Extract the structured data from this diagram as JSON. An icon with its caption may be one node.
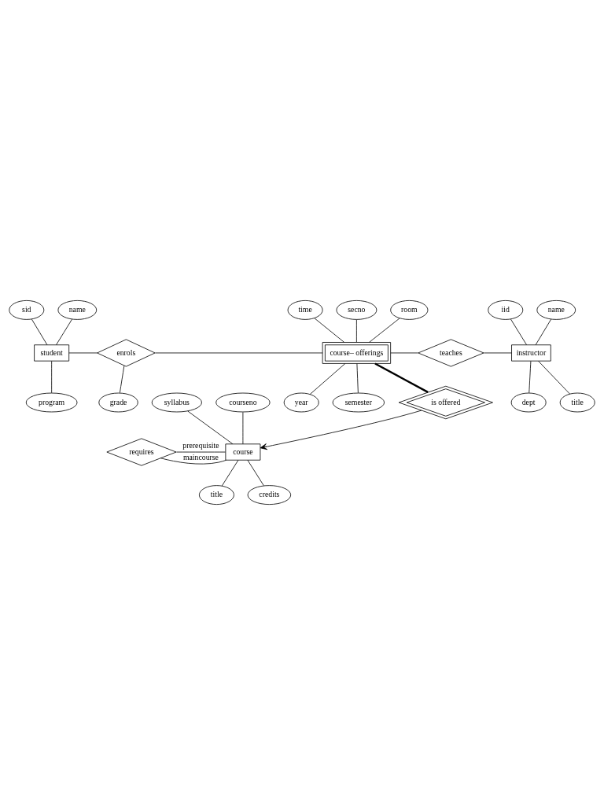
{
  "diagram": {
    "nodes": [
      {
        "text": [
          "student"
        ]
      },
      {
        "text": [
          "sid"
        ]
      },
      {
        "text": [
          "name"
        ]
      },
      {
        "text": [
          "program"
        ]
      },
      {
        "text": [
          "enrols"
        ]
      },
      {
        "text": [
          "grade"
        ]
      },
      {
        "text": [
          "course– offerings"
        ]
      },
      {
        "text": [
          "time"
        ]
      },
      {
        "text": [
          "secno"
        ]
      },
      {
        "text": [
          "room"
        ]
      },
      {
        "text": [
          "year"
        ]
      },
      {
        "text": [
          "semester"
        ]
      },
      {
        "text": [
          "teaches"
        ]
      },
      {
        "text": [
          "instructor"
        ]
      },
      {
        "text": [
          "iid"
        ]
      },
      {
        "text": [
          "name"
        ]
      },
      {
        "text": [
          "dept"
        ]
      },
      {
        "text": [
          "title"
        ]
      },
      {
        "text": [
          "is offered"
        ]
      },
      {
        "text": [
          "course"
        ]
      },
      {
        "text": [
          "syllabus"
        ]
      },
      {
        "text": [
          "courseno"
        ]
      },
      {
        "text": [
          "title"
        ]
      },
      {
        "text": [
          "credits"
        ]
      },
      {
        "text": [
          "requires"
        ]
      }
    ],
    "edges": [
      {
        "from": 1,
        "to": 0,
        "arrow": "none"
      },
      {
        "from": 2,
        "to": 0,
        "arrow": "none"
      },
      {
        "from": 0,
        "to": 3,
        "arrow": "none"
      },
      {
        "from": 0,
        "to": 4,
        "arrow": "none"
      },
      {
        "from": 4,
        "to": 6,
        "arrow": "none"
      },
      {
        "from": 4,
        "to": 5,
        "arrow": "none"
      },
      {
        "from": 7,
        "to": 6,
        "arrow": "none"
      },
      {
        "from": 8,
        "to": 6,
        "arrow": "none"
      },
      {
        "from": 9,
        "to": 6,
        "arrow": "none"
      },
      {
        "from": 6,
        "to": 10,
        "arrow": "none"
      },
      {
        "from": 6,
        "to": 11,
        "arrow": "none"
      },
      {
        "from": 6,
        "to": 12,
        "arrow": "none"
      },
      {
        "from": 12,
        "to": 13,
        "arrow": "none"
      },
      {
        "from": 14,
        "to": 13,
        "arrow": "none"
      },
      {
        "from": 15,
        "to": 13,
        "arrow": "none"
      },
      {
        "from": 13,
        "to": 16,
        "arrow": "none"
      },
      {
        "from": 13,
        "to": 17,
        "arrow": "none"
      },
      {
        "from": 6,
        "to": 18,
        "arrow": "none",
        "style": "thick"
      },
      {
        "from": 18,
        "to": 19,
        "arrow": "to"
      },
      {
        "from": 20,
        "to": 19,
        "arrow": "none"
      },
      {
        "from": 21,
        "to": 19,
        "arrow": "none"
      },
      {
        "from": 19,
        "to": 22,
        "arrow": "none"
      },
      {
        "from": 19,
        "to": 23,
        "arrow": "none"
      },
      {
        "from": 24,
        "to": 19,
        "arrow": "none",
        "label": "prerequisite"
      },
      {
        "from": 24,
        "to": 19,
        "arrow": "none",
        "label": "maincourse"
      }
    ]
  }
}
